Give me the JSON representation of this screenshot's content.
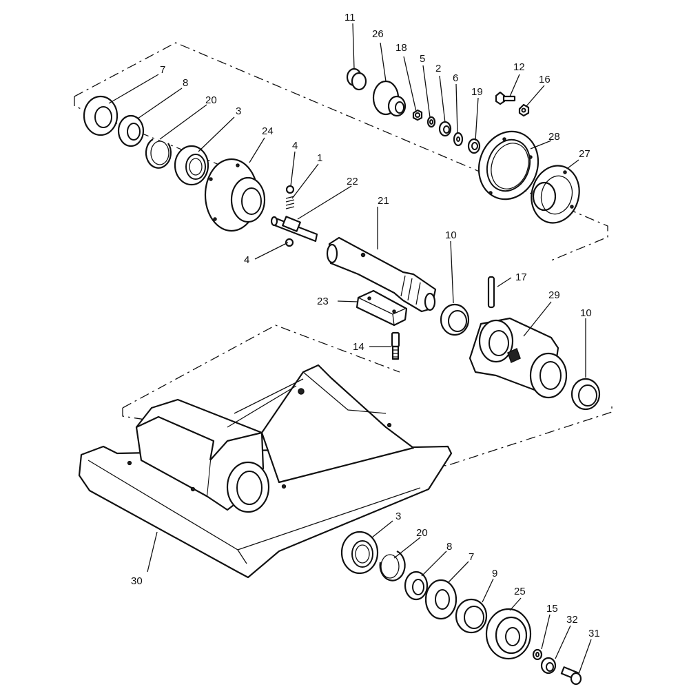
{
  "callouts": {
    "c1": "1",
    "c2": "2",
    "c3a": "3",
    "c3b": "3",
    "c4a": "4",
    "c4b": "4",
    "c5": "5",
    "c6": "6",
    "c7a": "7",
    "c7b": "7",
    "c8a": "8",
    "c8b": "8",
    "c9": "9",
    "c10a": "10",
    "c10b": "10",
    "c11": "11",
    "c12": "12",
    "c14": "14",
    "c15": "15",
    "c16": "16",
    "c17": "17",
    "c18": "18",
    "c19": "19",
    "c20a": "20",
    "c20b": "20",
    "c21": "21",
    "c22": "22",
    "c23": "23",
    "c24": "24",
    "c25": "25",
    "c26": "26",
    "c27": "27",
    "c28": "28",
    "c29": "29",
    "c30": "30",
    "c31": "31",
    "c32": "32"
  }
}
